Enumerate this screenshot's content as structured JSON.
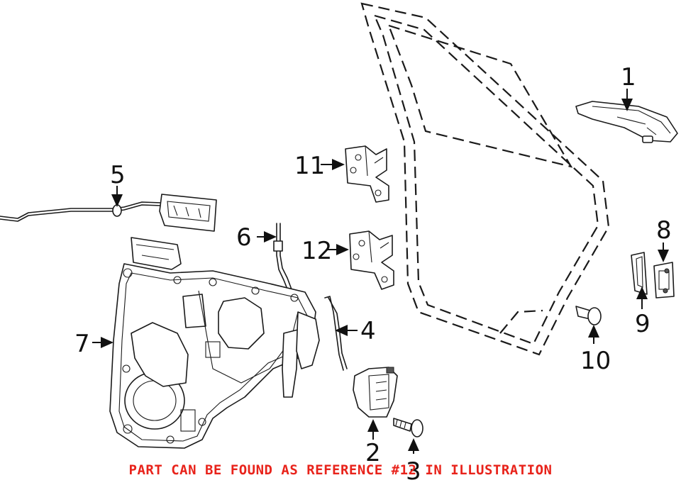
{
  "callouts": {
    "c1": "1",
    "c2": "2",
    "c3": "3",
    "c4": "4",
    "c5": "5",
    "c6": "6",
    "c7": "7",
    "c8": "8",
    "c9": "9",
    "c10": "10",
    "c11": "11",
    "c12": "12"
  },
  "caption": "PART CAN BE FOUND AS REFERENCE #12 IN ILLUSTRATION",
  "colors": {
    "caption": "#e8231b",
    "linework": "#1a1a1a"
  }
}
